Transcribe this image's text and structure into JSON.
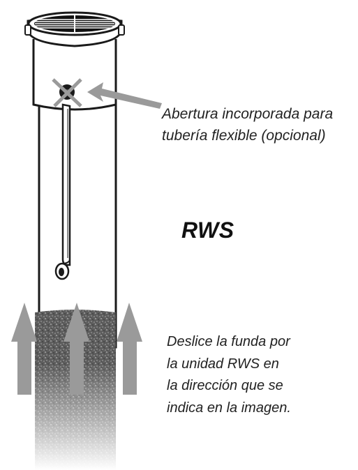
{
  "title": "RWS",
  "callouts": {
    "opening": {
      "lines": [
        "Abertura incorporada para",
        "tubería flexible (opcional)"
      ]
    },
    "instruction": {
      "lines": [
        "Deslice la funda por",
        "la unidad RWS en",
        "la dirección que se",
        "indica en la imagen."
      ]
    }
  },
  "colors": {
    "outline": "#1a1a1a",
    "arrow": "#9a9a9a",
    "sleeve": "#6e6e6e",
    "background": "#ffffff"
  },
  "icons": {
    "opening_marker": "x-mark-icon",
    "slide_direction": "up-arrow-icon"
  }
}
